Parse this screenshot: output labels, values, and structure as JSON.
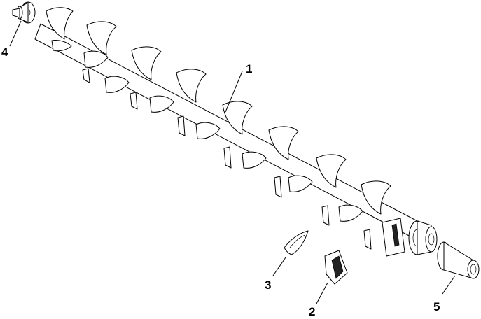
{
  "diagram": {
    "callouts": [
      {
        "id": "1",
        "label": "1",
        "part": "auger-flighting-shaft"
      },
      {
        "id": "2",
        "label": "2",
        "part": "bearing-insert"
      },
      {
        "id": "3",
        "label": "3",
        "part": "auger-tooth"
      },
      {
        "id": "4",
        "label": "4",
        "part": "end-stub-shaft-left"
      },
      {
        "id": "5",
        "label": "5",
        "part": "end-stub-shaft-right"
      }
    ]
  },
  "colors": {
    "line": "#000000",
    "fill": "#ffffff",
    "background": "#ffffff"
  }
}
